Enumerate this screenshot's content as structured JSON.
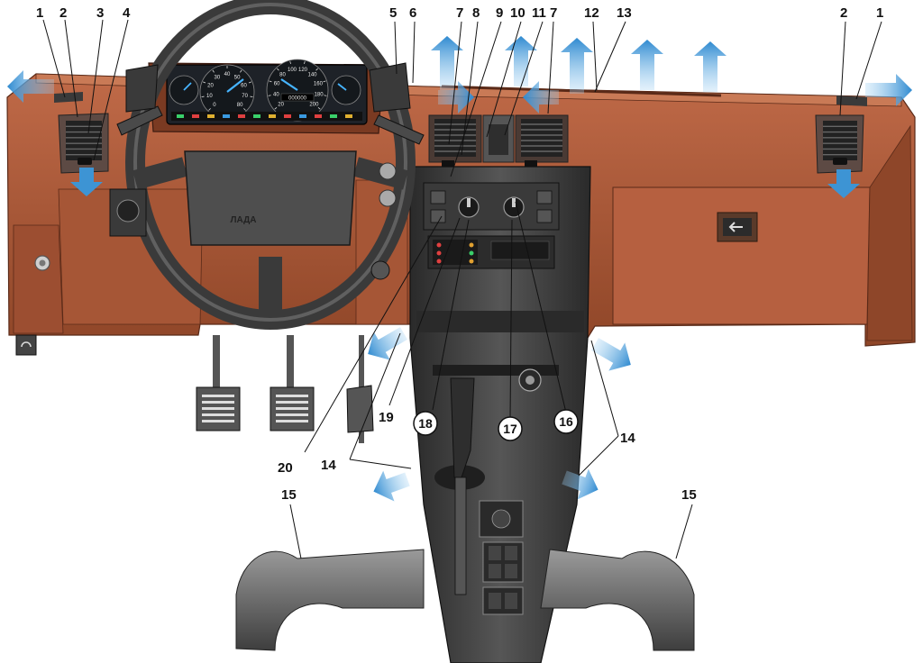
{
  "labels": {
    "l1a": "1",
    "l2a": "2",
    "l3": "3",
    "l4": "4",
    "l5": "5",
    "l6": "6",
    "l7a": "7",
    "l8": "8",
    "l9": "9",
    "l10": "10",
    "l11": "11",
    "l7b": "7",
    "l12": "12",
    "l13": "13",
    "l2b": "2",
    "l1b": "1",
    "l14a": "14",
    "l14b": "14",
    "l15a": "15",
    "l15b": "15",
    "l16": "16",
    "l17": "17",
    "l18": "18",
    "l19": "19",
    "l20": "20"
  },
  "logo": "ЛАДА",
  "gauges": {
    "speedo": [
      "20",
      "40",
      "60",
      "80",
      "100",
      "120",
      "140",
      "160",
      "180",
      "200"
    ],
    "tacho": [
      "0",
      "10",
      "20",
      "30",
      "40",
      "50",
      "60",
      "70",
      "80"
    ],
    "odometer": "000000"
  },
  "colors": {
    "dashboard": "#a8583a",
    "dashboard_dark": "#7e3c24",
    "console": "#3c3c3c",
    "airflow_arrow": "#3d94d4"
  }
}
